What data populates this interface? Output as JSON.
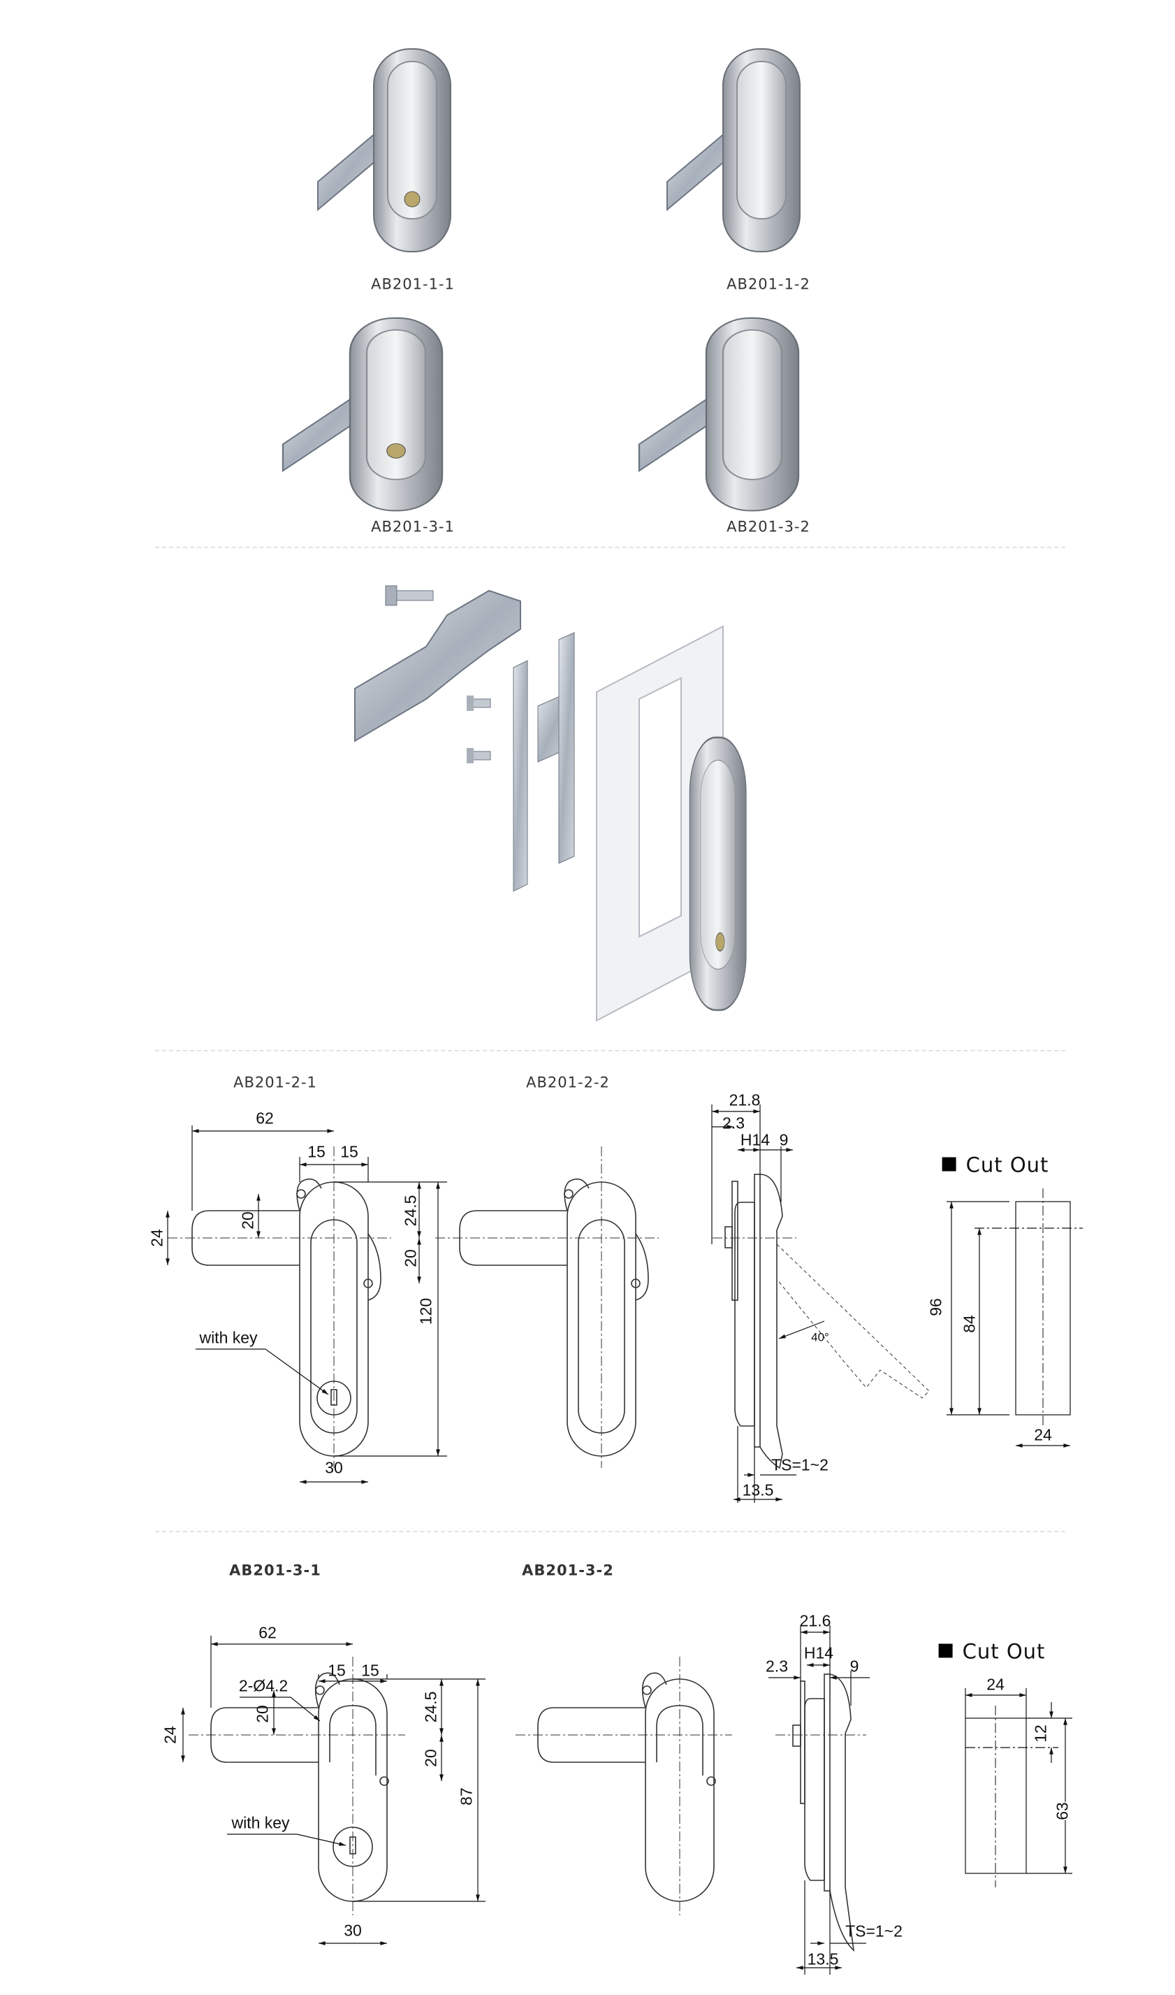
{
  "product_photos": [
    {
      "model": "AB201-1-1",
      "with_key": true
    },
    {
      "model": "AB201-1-2",
      "with_key": false
    },
    {
      "model": "AB201-3-1",
      "with_key": true
    },
    {
      "model": "AB201-3-2",
      "with_key": false
    }
  ],
  "exploded_view": {
    "description_visible": false
  },
  "drawing_ab201_2": {
    "front_left_title": "AB201-2-1",
    "front_right_title": "AB201-2-2",
    "dims": {
      "width_total": "62",
      "half_left": "15",
      "half_right": "15",
      "top_offset": "24.5",
      "upper_hole": "20",
      "lower_hole": "20",
      "arm_height": "24",
      "height": "120",
      "body_width": "30",
      "with_key": "with key"
    },
    "side_dims": {
      "depth": "21.8",
      "plate": "2.3",
      "h": "H14",
      "front": "9",
      "angle": "40°",
      "ts": "TS=1~2",
      "back": "13.5"
    },
    "cutout": {
      "title": "Cut Out",
      "outer_height": "96",
      "hole_spacing": "84",
      "width": "24"
    }
  },
  "drawing_ab201_3": {
    "front_left_title": "AB201-3-1",
    "front_right_title": "AB201-3-2",
    "dims": {
      "width_total": "62",
      "half_left": "15",
      "half_right": "15",
      "holes": "2-Ø4.2",
      "top_offset": "24.5",
      "upper_hole": "20",
      "lower_hole": "20",
      "arm_height": "24",
      "height": "87",
      "body_width": "30",
      "with_key": "with key"
    },
    "side_dims": {
      "depth": "21.6",
      "plate": "2.3",
      "h": "H14",
      "front": "9",
      "ts": "TS=1~2",
      "back": "13.5"
    },
    "cutout": {
      "title": "Cut Out",
      "width": "24",
      "top": "12",
      "height": "63"
    }
  },
  "colors": {
    "line": "#333333",
    "divider": "#e2e2e2",
    "chrome": "#c9ccd1"
  }
}
